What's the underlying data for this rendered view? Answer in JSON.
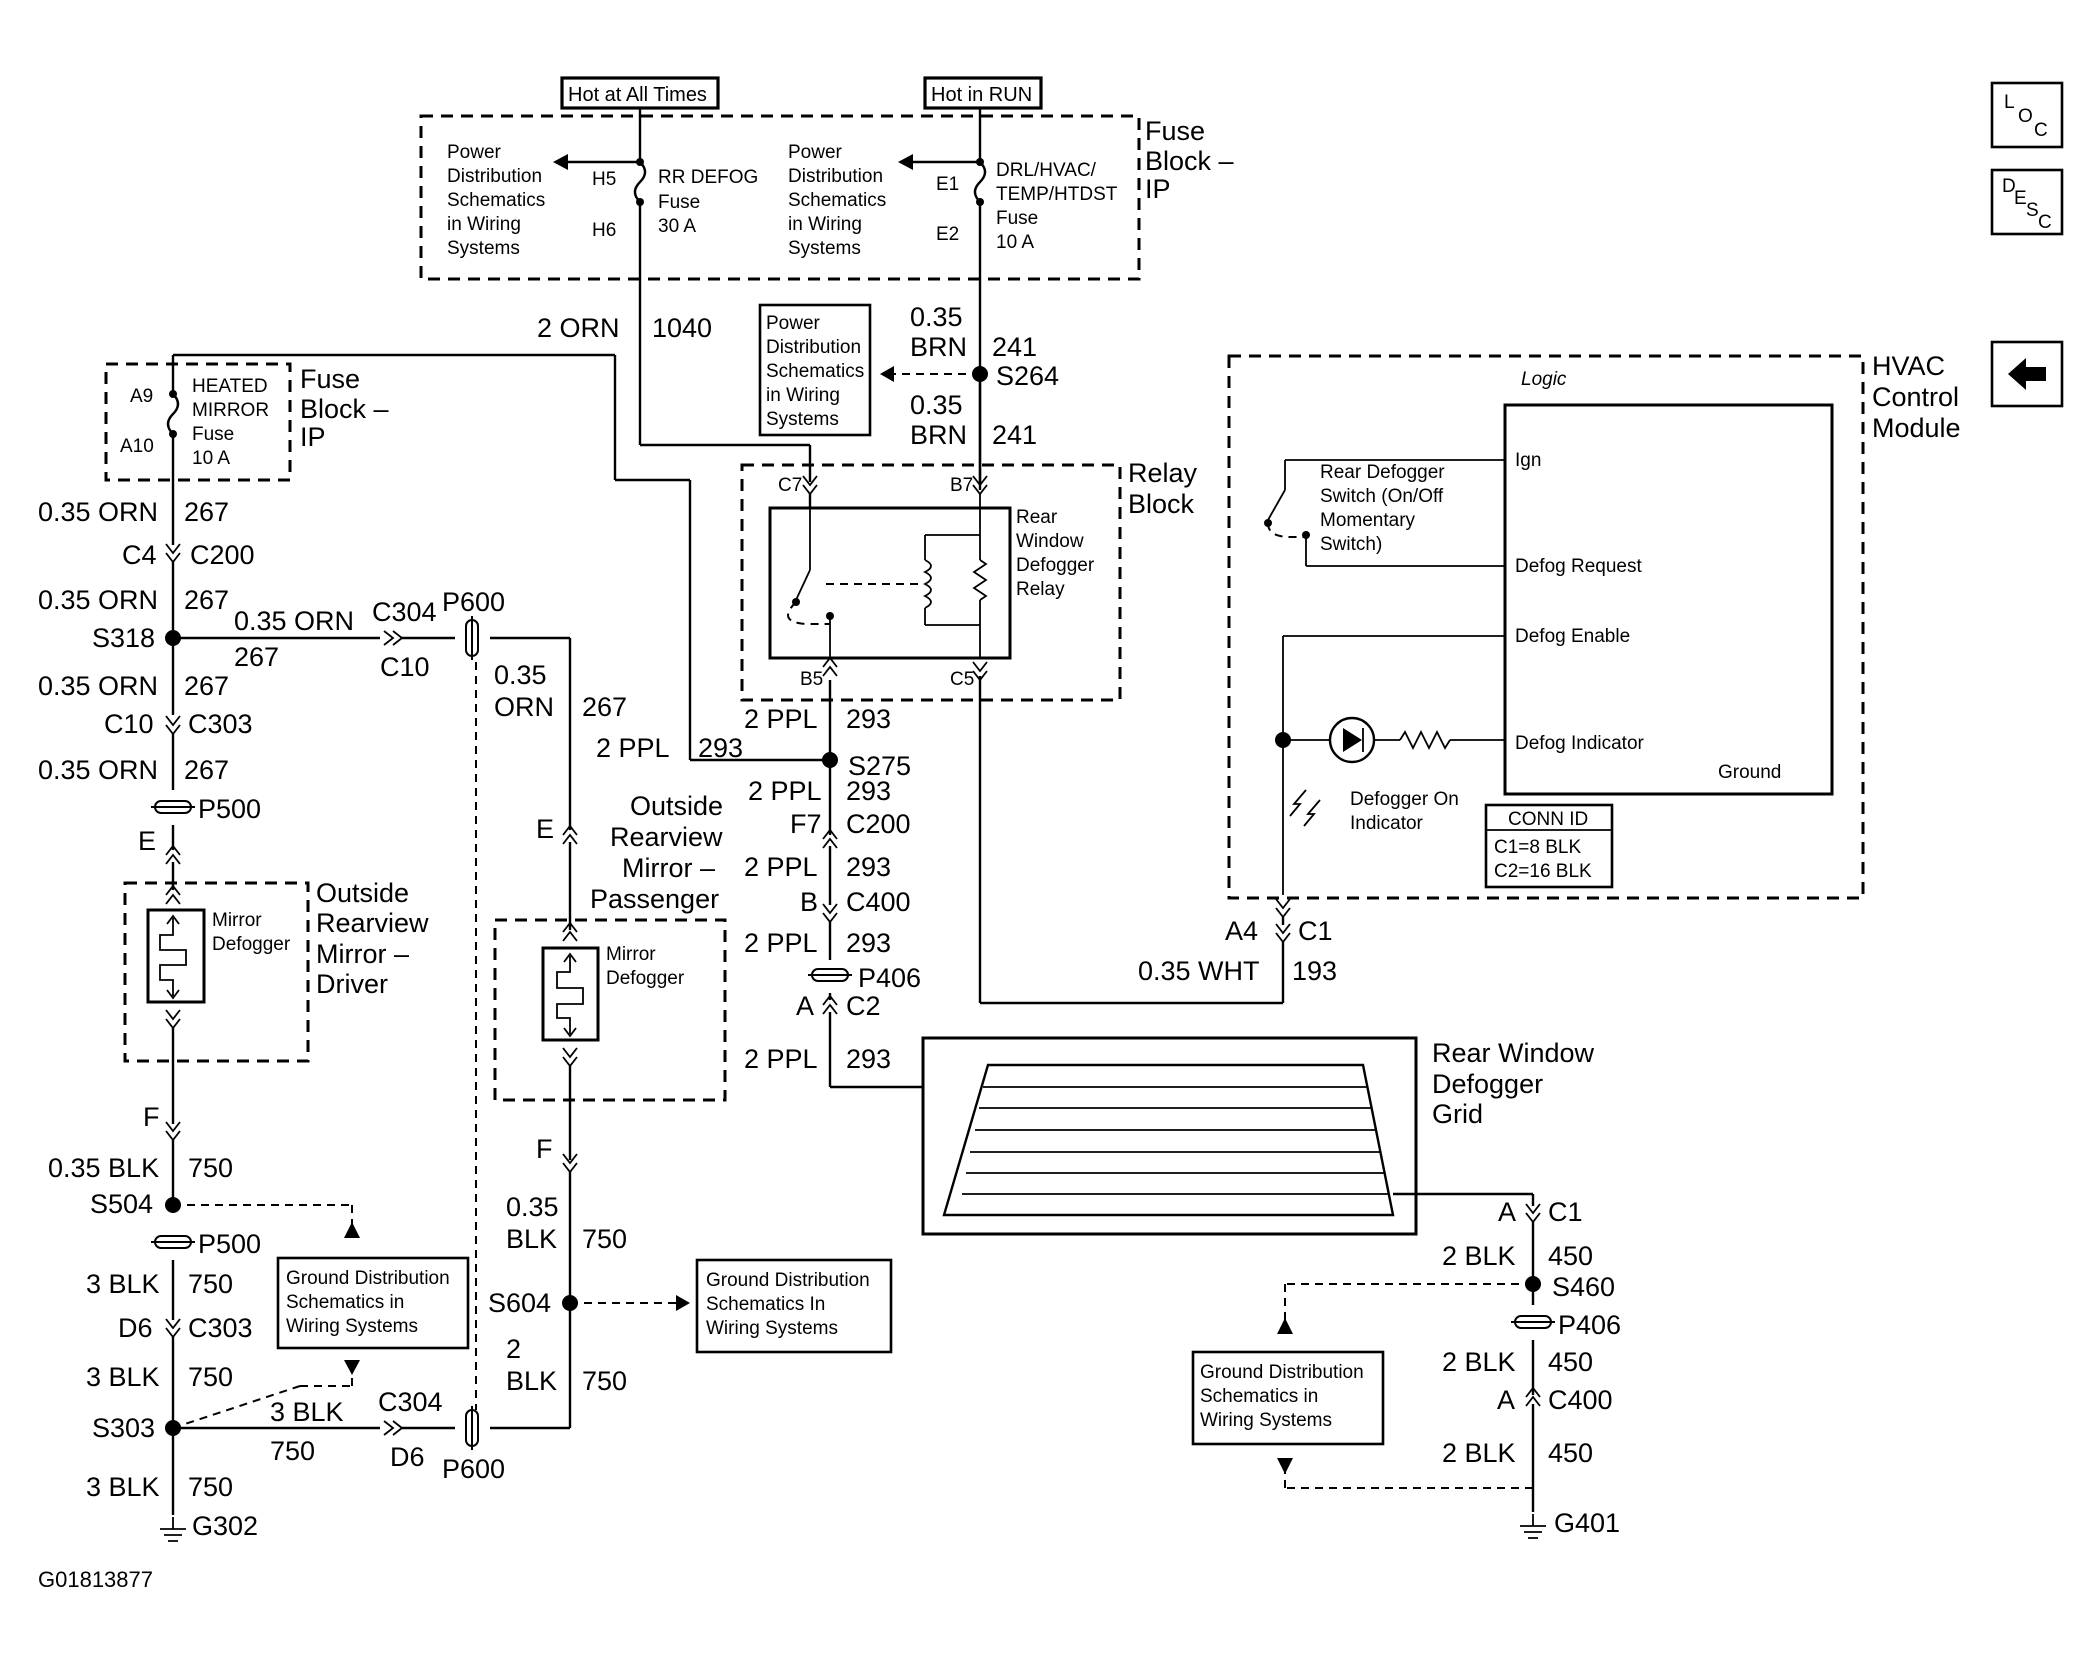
{
  "diagram": {
    "image_id": "G01813877",
    "nav": {
      "loc": [
        "L",
        "O",
        "C"
      ],
      "desc": [
        "D",
        "E",
        "S",
        "C"
      ],
      "back_arrow": "left-arrow-icon"
    },
    "top_tags": {
      "hot_at_all_times": "Hot at All Times",
      "hot_in_run": "Hot in RUN"
    },
    "fuse_block_top": {
      "title": [
        "Fuse",
        "Block –",
        "IP"
      ],
      "power_left": [
        "Power",
        "Distribution",
        "Schematics",
        "in Wiring",
        "Systems"
      ],
      "power_right": [
        "Power",
        "Distribution",
        "Schematics",
        "in Wiring",
        "Systems"
      ],
      "h5": "H5",
      "h6": "H6",
      "rr_defog": [
        "RR DEFOG",
        "Fuse",
        "30 A"
      ],
      "e1": "E1",
      "e2": "E2",
      "drl": [
        "DRL/HVAC/",
        "TEMP/HTDST",
        "Fuse",
        "10 A"
      ]
    },
    "power_mid": [
      "Power",
      "Distribution",
      "Schematics",
      "in Wiring",
      "Systems"
    ],
    "fuse_block_left": {
      "title": [
        "Fuse",
        "Block –",
        "IP"
      ],
      "a9": "A9",
      "a10": "A10",
      "heated": [
        "HEATED",
        "MIRROR",
        "Fuse",
        "10 A"
      ]
    },
    "relay_block": {
      "title": [
        "Relay",
        "Block"
      ],
      "relay_name": [
        "Rear",
        "Window",
        "Defogger",
        "Relay"
      ],
      "c7": "C7",
      "b7": "B7",
      "b5": "B5",
      "c5": "C5"
    },
    "hvac": {
      "title": [
        "HVAC",
        "Control",
        "Module"
      ],
      "logic": "Logic",
      "ign": "Ign",
      "defog_request": "Defog Request",
      "defog_enable": "Defog Enable",
      "defog_indicator": "Defog Indicator",
      "ground": "Ground",
      "switch": [
        "Rear Defogger",
        "Switch (On/Off",
        "Momentary",
        "Switch)"
      ],
      "indicator": [
        "Defogger On",
        "Indicator"
      ],
      "conn_id_title": "CONN ID",
      "conn_id": [
        "C1=8 BLK",
        "C2=16 BLK"
      ]
    },
    "mirror_driver": {
      "title": [
        "Outside",
        "Rearview",
        "Mirror –",
        "Driver"
      ],
      "element": [
        "Mirror",
        "Defogger"
      ]
    },
    "mirror_passenger": {
      "title": [
        "Outside",
        "Rearview",
        "Mirror –",
        "Passenger"
      ],
      "element": [
        "Mirror",
        "Defogger"
      ]
    },
    "grid": {
      "title": [
        "Rear Window",
        "Defogger",
        "Grid"
      ]
    },
    "ground_dist": {
      "left": [
        "Ground Distribution",
        "Schematics in",
        "Wiring Systems"
      ],
      "mid": [
        "Ground Distribution",
        "Schematics In",
        "Wiring Systems"
      ],
      "right": [
        "Ground Distribution",
        "Schematics in",
        "Wiring Systems"
      ]
    },
    "wire_labels": {
      "orn2": "2 ORN",
      "n1040": "1040",
      "brn035a": "0.35",
      "brn_a": "BRN",
      "n241a": "241",
      "s264": "S264",
      "brn035b": "0.35",
      "brn_b": "BRN",
      "n241b": "241",
      "orn_l1": "0.35 ORN",
      "n267_1": "267",
      "c4": "C4",
      "c200_l": "C200",
      "orn_l2": "0.35 ORN",
      "n267_2": "267",
      "s318": "S318",
      "orn_h": "0.35 ORN",
      "n267_h": "267",
      "c304_t": "C304",
      "c10_t": "C10",
      "p600_t": "P600",
      "orn_l3": "0.35 ORN",
      "n267_3": "267",
      "c10_l": "C10",
      "c303_l": "C303",
      "orn_l4": "0.35 ORN",
      "n267_4": "267",
      "p500_t": "P500",
      "e_left": "E",
      "orn_p1": "0.35",
      "orn_p2": "ORN",
      "n267_p": "267",
      "ppl2_a": "2 PPL",
      "n293_a": "293",
      "ppl2_b": "2 PPL",
      "n293_b": "293",
      "s275": "S275",
      "ppl2_c": "2 PPL",
      "n293_c": "293",
      "f7": "F7",
      "c200_m": "C200",
      "ppl2_d": "2 PPL",
      "n293_d": "293",
      "b_mid": "B",
      "c400_m": "C400",
      "ppl2_e": "2 PPL",
      "n293_e": "293",
      "p406_m": "P406",
      "a_mid": "A",
      "c2": "C2",
      "ppl2_f": "2 PPL",
      "n293_f": "293",
      "e_pass": "E",
      "a4": "A4",
      "c1_h": "C1",
      "wht": "0.35 WHT",
      "n193": "193",
      "f_left": "F",
      "blk035_l": "0.35 BLK",
      "n750_1": "750",
      "s504": "S504",
      "p500_b": "P500",
      "blk3_a": "3 BLK",
      "n750_2": "750",
      "d6_l": "D6",
      "c303_b": "C303",
      "blk3_b": "3 BLK",
      "n750_3": "750",
      "s303": "S303",
      "blk3_h": "3 BLK",
      "n750_h": "750",
      "c304_b": "C304",
      "d6_b": "D6",
      "p600_b": "P600",
      "blk3_c": "3 BLK",
      "n750_4": "750",
      "g302": "G302",
      "f_pass": "F",
      "blk035_p1": "0.35",
      "blk_p": "BLK",
      "n750_p": "750",
      "s604": "S604",
      "blk2_p1": "2",
      "blk2_p2": "BLK",
      "n750_p2": "750",
      "a_right": "A",
      "c1_r": "C1",
      "blk2_r1": "2 BLK",
      "n450_1": "450",
      "s460": "S460",
      "p406_r": "P406",
      "blk2_r2": "2 BLK",
      "n450_2": "450",
      "a_r2": "A",
      "c400_r": "C400",
      "blk2_r3": "2 BLK",
      "n450_3": "450",
      "g401": "G401"
    }
  }
}
